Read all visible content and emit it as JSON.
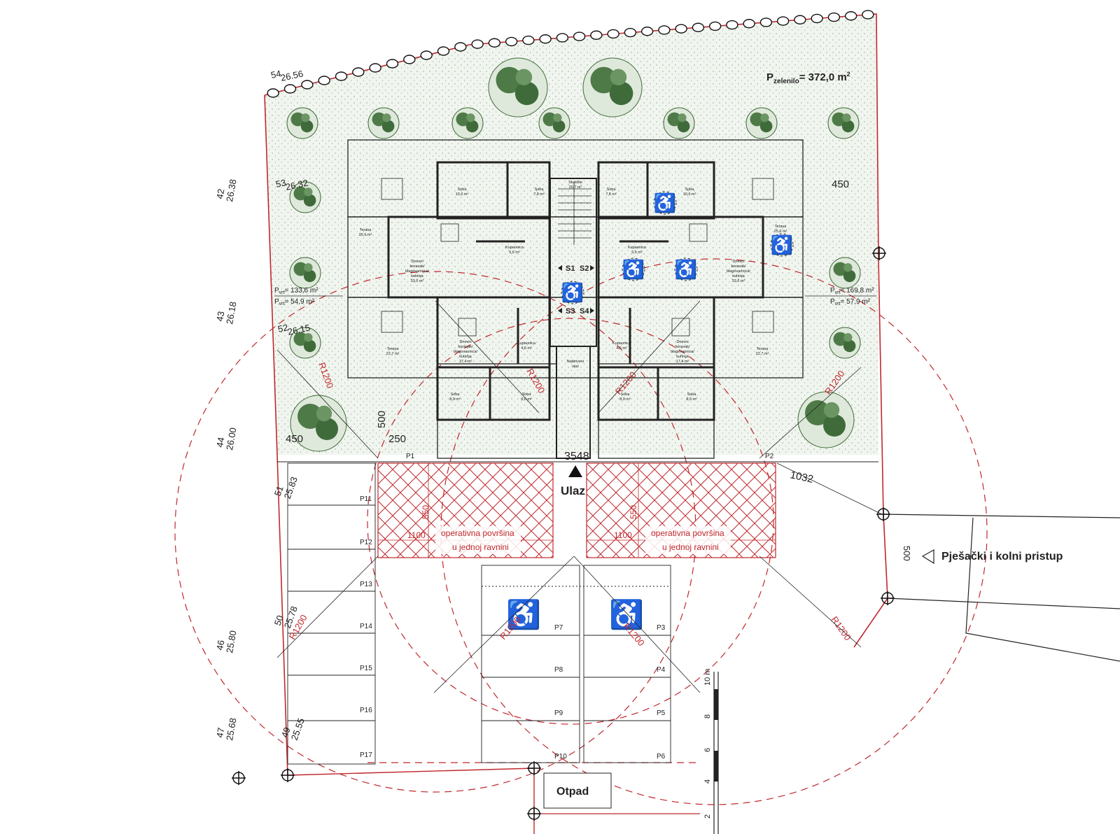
{
  "colors": {
    "line": "#222222",
    "red": "#c0282d",
    "green": "#e9f1e6",
    "tree": "#3f6b3a",
    "hatch": "#c0282d"
  },
  "labels": {
    "green_area": "P",
    "green_sub": "zelenilo",
    "green_value": "= 372,0 m",
    "green_sup": "2",
    "entrance": "Ulaz",
    "access": "Pješački i kolni pristup",
    "waste": "Otpad",
    "operative_1": "operativna površina",
    "operative_2": "u jednoj ravnini",
    "garden_l1": "= 133,6 m²",
    "garden_l2": "= 54,9 m²",
    "garden_r1": "= 169,8 m²",
    "garden_r2": "= 57,9 m²",
    "garden_p": "P",
    "garden_sub": "vrt",
    "stair_s1": "S1",
    "stair_s2": "S2",
    "stair_s3": "S3",
    "stair_s4": "S4"
  },
  "dimensions": {
    "d450_top": "450",
    "d450_left": "450",
    "d500_left": "500",
    "d250": "250",
    "d3548": "3548",
    "d1032": "1032",
    "d500_access": "500",
    "d550_l": "550",
    "d550_r": "550",
    "d1100_l": "1100",
    "d1100_r": "1100",
    "r1": "R1200",
    "r2": "R1200",
    "r3": "R1200",
    "r4": "R1200",
    "r5": "R1200",
    "r6": "R1200",
    "r7": "R1200",
    "r8": "R1200"
  },
  "survey_points": [
    {
      "id": "54",
      "elev": "26.56"
    },
    {
      "id": "53",
      "elev": "26.32"
    },
    {
      "id": "42",
      "elev": "26.38"
    },
    {
      "id": "43",
      "elev": "26.18"
    },
    {
      "id": "52",
      "elev": "26.15"
    },
    {
      "id": "44",
      "elev": "26.00"
    },
    {
      "id": "51",
      "elev": "25.83"
    },
    {
      "id": "50",
      "elev": "25.78"
    },
    {
      "id": "46",
      "elev": "25.80"
    },
    {
      "id": "47",
      "elev": "25.68"
    },
    {
      "id": "49",
      "elev": "25.55"
    }
  ],
  "parking": {
    "left_col": [
      "P11",
      "P12",
      "P13",
      "P14",
      "P15",
      "P16",
      "P17"
    ],
    "mid_left": [
      "P7",
      "P8",
      "P9",
      "P10"
    ],
    "mid_right": [
      "P3",
      "P4",
      "P5",
      "P6"
    ],
    "top": [
      "P1",
      "P2"
    ]
  },
  "scale": [
    "10 m",
    "8",
    "6",
    "4",
    "2"
  ],
  "rooms": [
    {
      "name": "Soba",
      "area": "10,6 m²"
    },
    {
      "name": "Soba",
      "area": "7,8 m²"
    },
    {
      "name": "Stubište",
      "area": "20,7 m²"
    },
    {
      "name": "Soba",
      "area": "7,8 m²"
    },
    {
      "name": "Soba",
      "area": "10,6 m²"
    },
    {
      "name": "Terasa",
      "area": "25,6 m²"
    },
    {
      "name": "Dnevni boravak/ blagovaonica/ kuhinja",
      "area": "33,6 m²"
    },
    {
      "name": "Kupaonica",
      "area": "5,6 m²"
    },
    {
      "name": "Kupaonica",
      "area": "5,6 m²"
    },
    {
      "name": "Dnevni boravak/ blagovaonica/ kuhinja",
      "area": "33,6 m²"
    },
    {
      "name": "Terasa",
      "area": "25,6 m²"
    },
    {
      "name": "Terasa",
      "area": "22,7 m²"
    },
    {
      "name": "Dnevni boravak/ blagovaonica/ kuhinja",
      "area": "17,4 m²"
    },
    {
      "name": "Kupaonica",
      "area": "4,6 m²"
    },
    {
      "name": "Natkriveni ulaz",
      "area": ""
    },
    {
      "name": "Kupaonica",
      "area": "4,6 m²"
    },
    {
      "name": "Dnevni boravak/ blagovaonica/ kuhinja",
      "area": "17,4 m²"
    },
    {
      "name": "Terasa",
      "area": "22,7 m²"
    },
    {
      "name": "Soba",
      "area": "8,9 m²"
    },
    {
      "name": "Soba",
      "area": "8,0 m²"
    },
    {
      "name": "Soba",
      "area": "8,0 m²"
    },
    {
      "name": "Soba",
      "area": "8,9 m²"
    }
  ]
}
